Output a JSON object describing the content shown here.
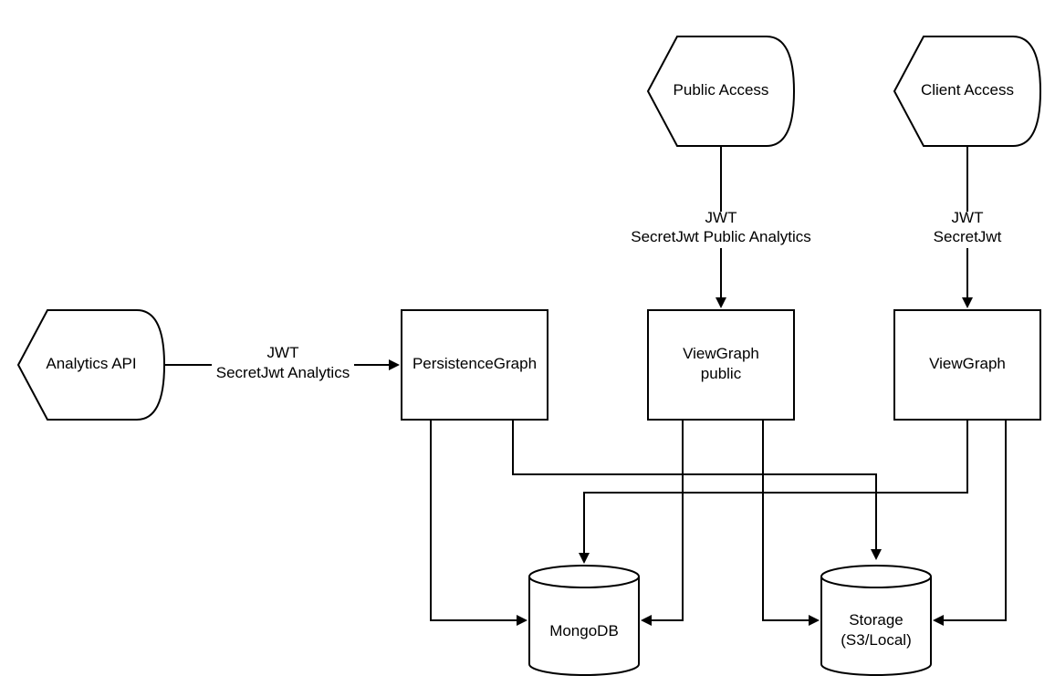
{
  "terminals": {
    "public_access": "Public Access",
    "client_access": "Client Access",
    "analytics_api": "Analytics API"
  },
  "processes": {
    "persistence_graph": "PersistenceGraph",
    "viewgraph_public_line1": "ViewGraph",
    "viewgraph_public_line2": "public",
    "viewgraph": "ViewGraph"
  },
  "stores": {
    "mongodb": "MongoDB",
    "storage_line1": "Storage",
    "storage_line2": "(S3/Local)"
  },
  "edge_labels": {
    "public_line1": "JWT",
    "public_line2": "SecretJwt Public Analytics",
    "client_line1": "JWT",
    "client_line2": "SecretJwt",
    "analytics_line1": "JWT",
    "analytics_line2": "SecretJwt Analytics"
  },
  "colors": {
    "stroke": "#000000",
    "fill": "#ffffff"
  }
}
